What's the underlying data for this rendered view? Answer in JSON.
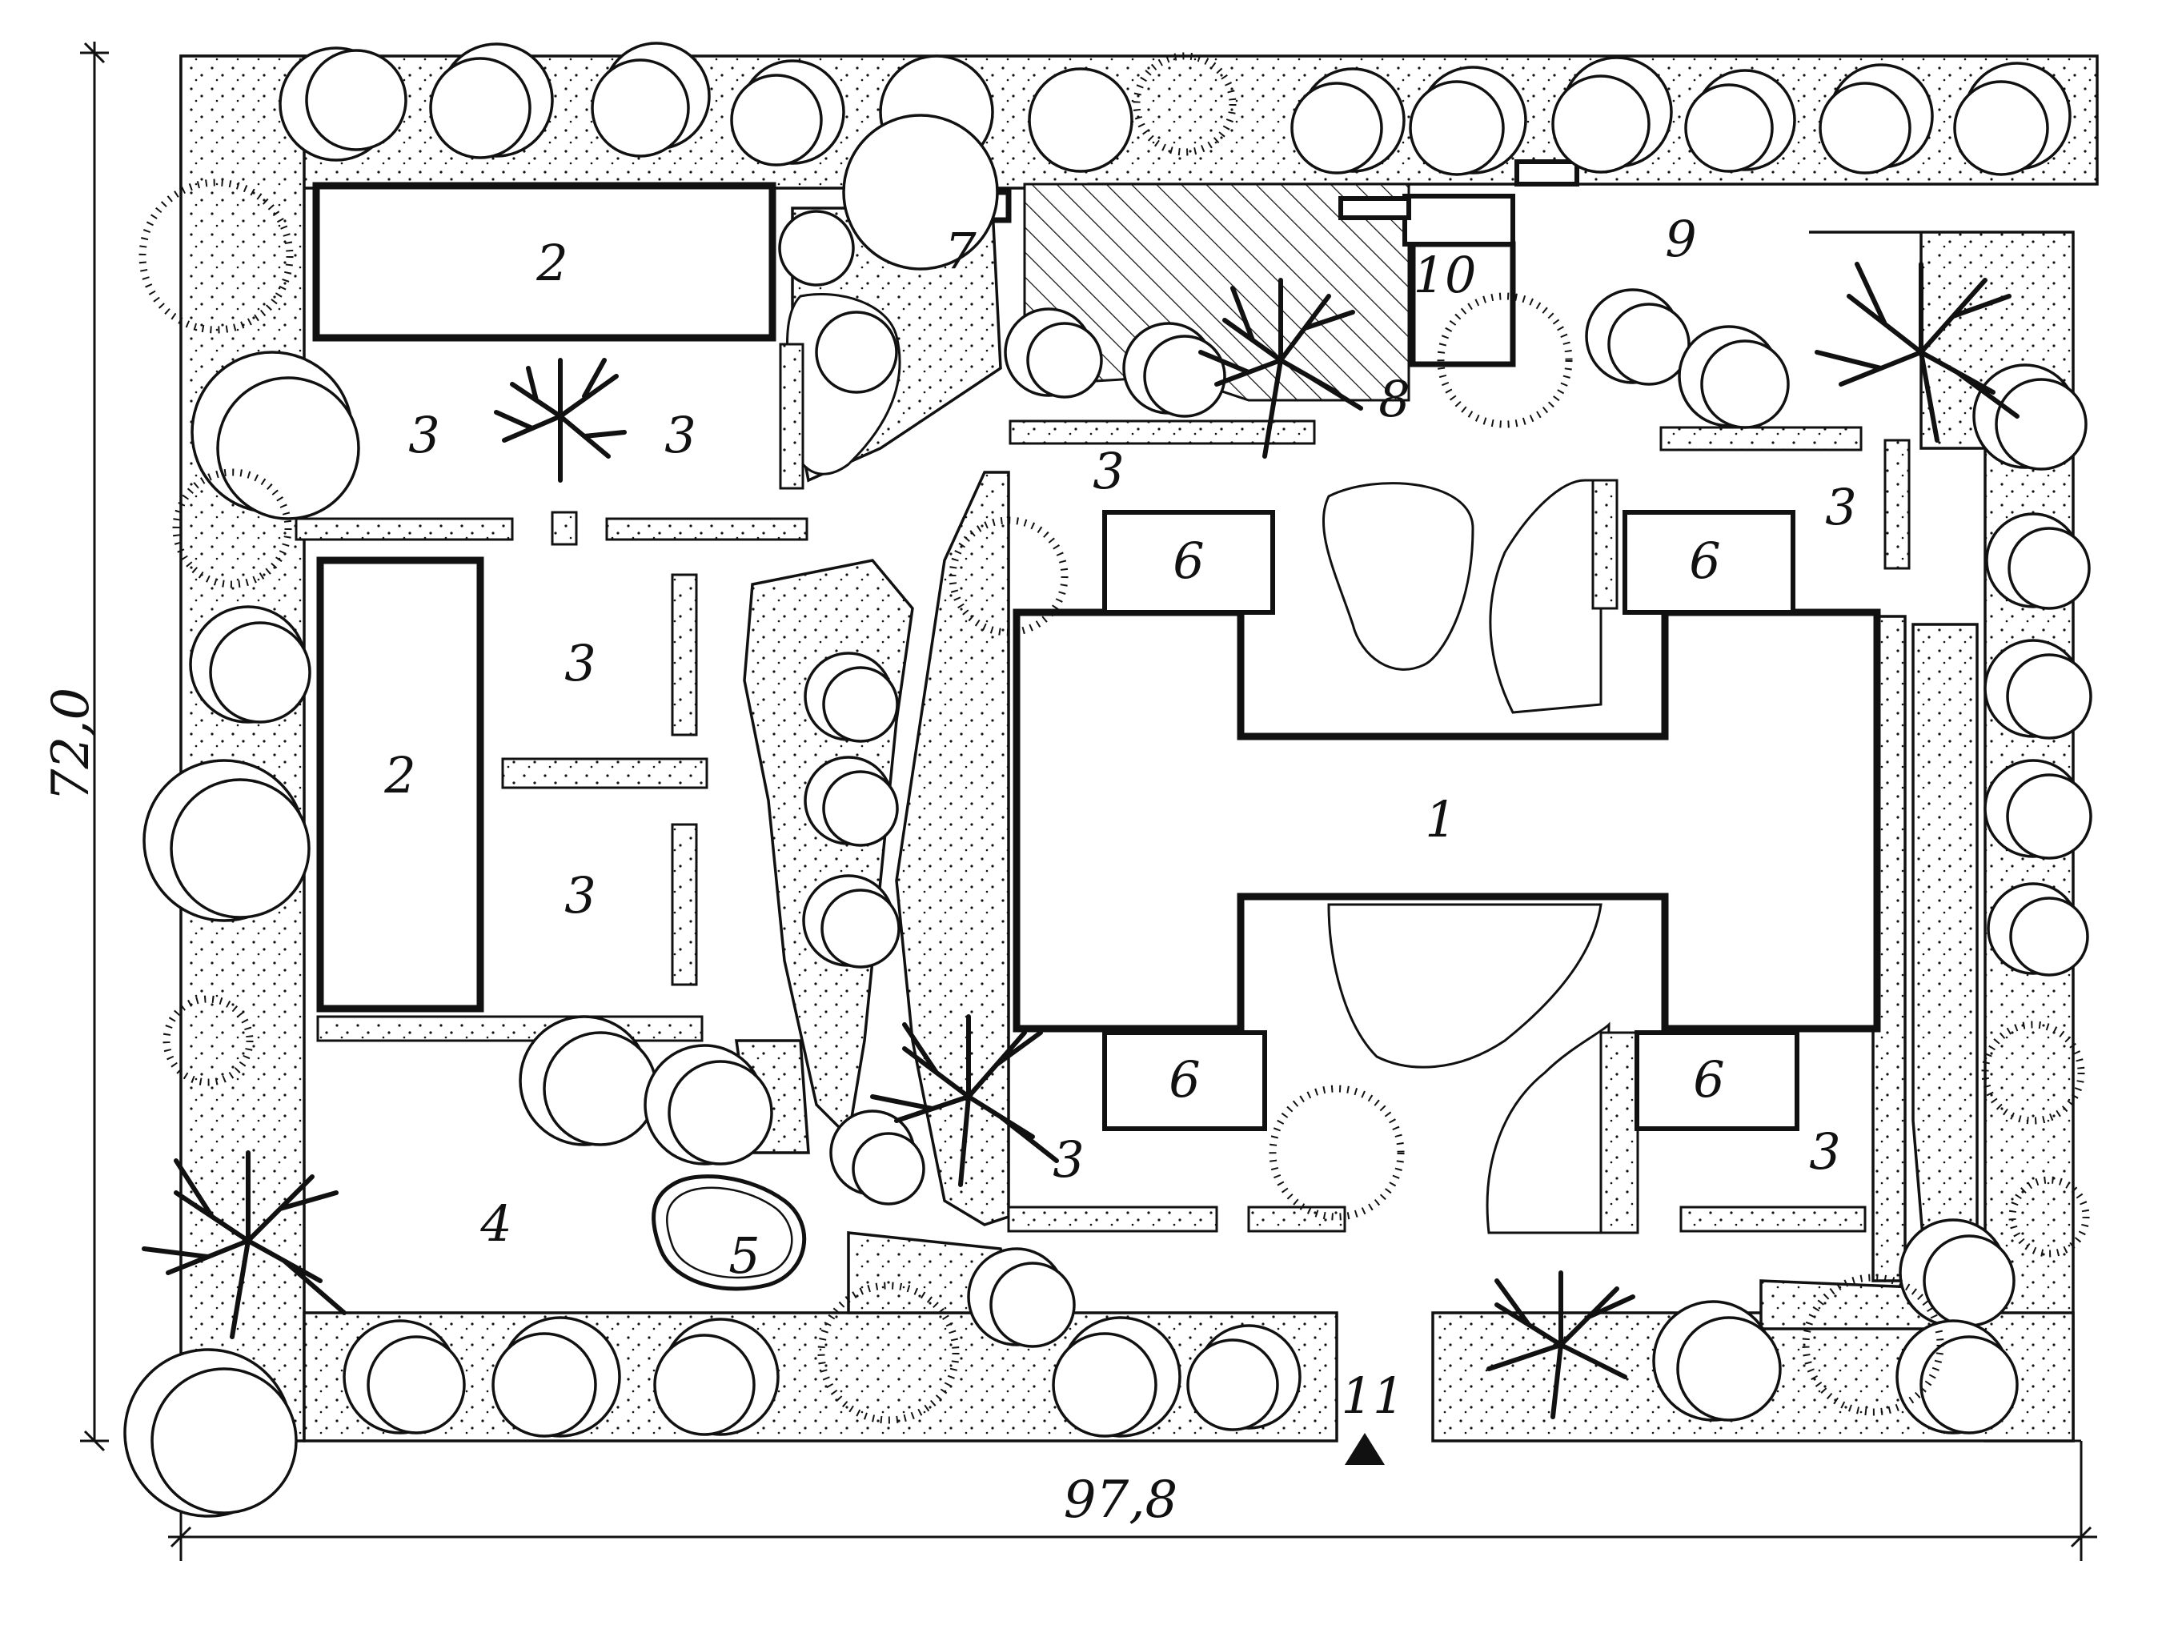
{
  "labels": {
    "school_building": "1",
    "outbuilding_top": "2",
    "outbuilding_left": "2",
    "sports_ground_a": "3",
    "sports_ground_b": "3",
    "sports_ground_c": "3",
    "sports_ground_d": "3",
    "sports_ground_e": "3",
    "sports_ground_f": "3",
    "sports_ground_g": "3",
    "sports_ground_h": "3",
    "play_area": "4",
    "pond": "5",
    "terrace_top_left": "6",
    "terrace_top_right": "6",
    "terrace_bottom_left": "6",
    "terrace_bottom_right": "6",
    "shed": "7",
    "utility_yard": "8",
    "service_entrance": "9",
    "garage": "10",
    "main_entrance": "11"
  },
  "dimensions": {
    "width": "97,8",
    "height": "72,0"
  }
}
